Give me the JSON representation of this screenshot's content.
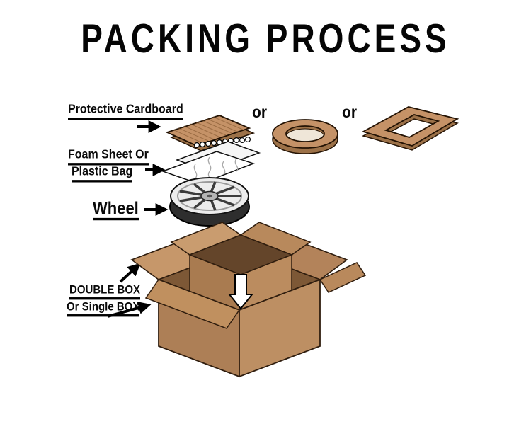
{
  "title": "PACKING PROCESS",
  "labels": {
    "protective_cardboard": "Protective Cardboard",
    "or_left": "or",
    "or_right": "or",
    "foam_line1": "Foam Sheet Or",
    "foam_line2": "Plastic Bag",
    "wheel": "Wheel",
    "box_line1": "DOUBLE BOX",
    "box_line2": "Or Single BOX"
  },
  "colors": {
    "background": "#ffffff",
    "cardboard": "#c59267",
    "cardboard_dark": "#9c7148",
    "box_face_left": "#ad7f56",
    "box_face_right": "#bd8f63",
    "box_interior": "#7d5836",
    "foam": "#ffffff",
    "outline": "#000000"
  }
}
